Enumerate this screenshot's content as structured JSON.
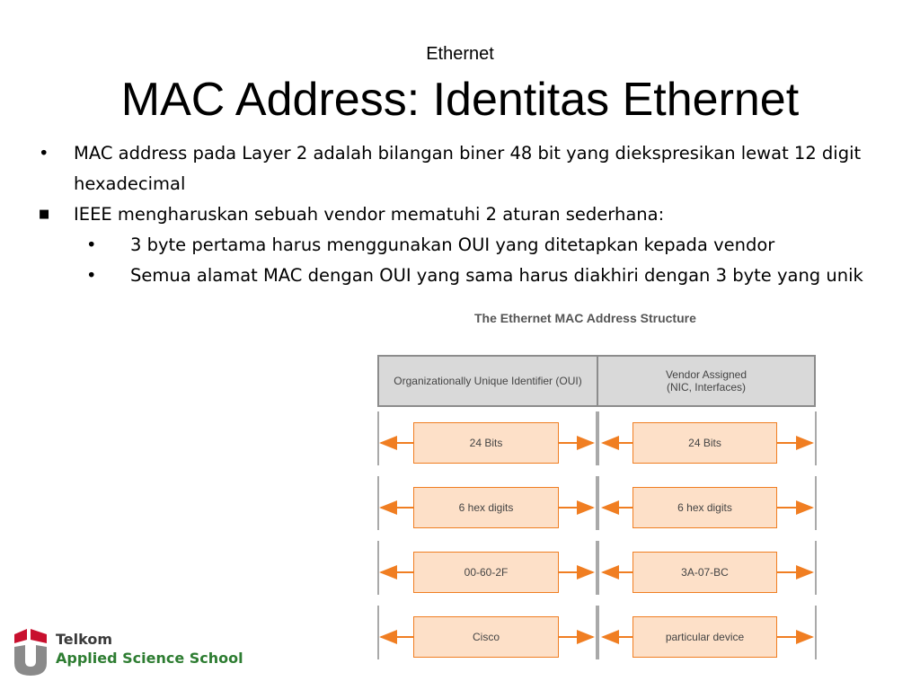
{
  "slide": {
    "subtitle": "Ethernet",
    "title": "MAC Address: Identitas Ethernet"
  },
  "bullets": [
    {
      "marker": "•",
      "level": 1,
      "text": "MAC address pada Layer 2 adalah bilangan biner 48 bit yang diekspresikan lewat 12 digit hexadecimal"
    },
    {
      "marker": "■",
      "level": 1,
      "text": "IEEE mengharuskan sebuah vendor mematuhi 2 aturan sederhana:"
    },
    {
      "marker": "•",
      "level": 2,
      "text": "3 byte pertama harus menggunakan OUI yang ditetapkan kepada vendor"
    },
    {
      "marker": "•",
      "level": 2,
      "text": "Semua alamat MAC dengan OUI yang sama harus diakhiri dengan 3 byte yang unik"
    }
  ],
  "diagram": {
    "title": "The Ethernet MAC Address Structure",
    "header_left": "Organizationally Unique Identifier (OUI)",
    "header_right_line1": "Vendor Assigned",
    "header_right_line2": "(NIC, Interfaces)",
    "rows": [
      {
        "left": "24 Bits",
        "right": "24 Bits"
      },
      {
        "left": "6 hex digits",
        "right": "6 hex digits"
      },
      {
        "left": "00-60-2F",
        "right": "3A-07-BC"
      },
      {
        "left": "Cisco",
        "right": "particular device"
      }
    ],
    "colors": {
      "arrow": "#f07e22",
      "cell_fill": "#fde0c8",
      "header_fill": "#d9d9d9",
      "border": "#8c8c8c"
    }
  },
  "logo": {
    "line1": "Telkom",
    "line2": "Applied Science School",
    "colors": {
      "red": "#c8102e",
      "gray": "#8a8a8a",
      "green": "#2e7d32"
    }
  }
}
